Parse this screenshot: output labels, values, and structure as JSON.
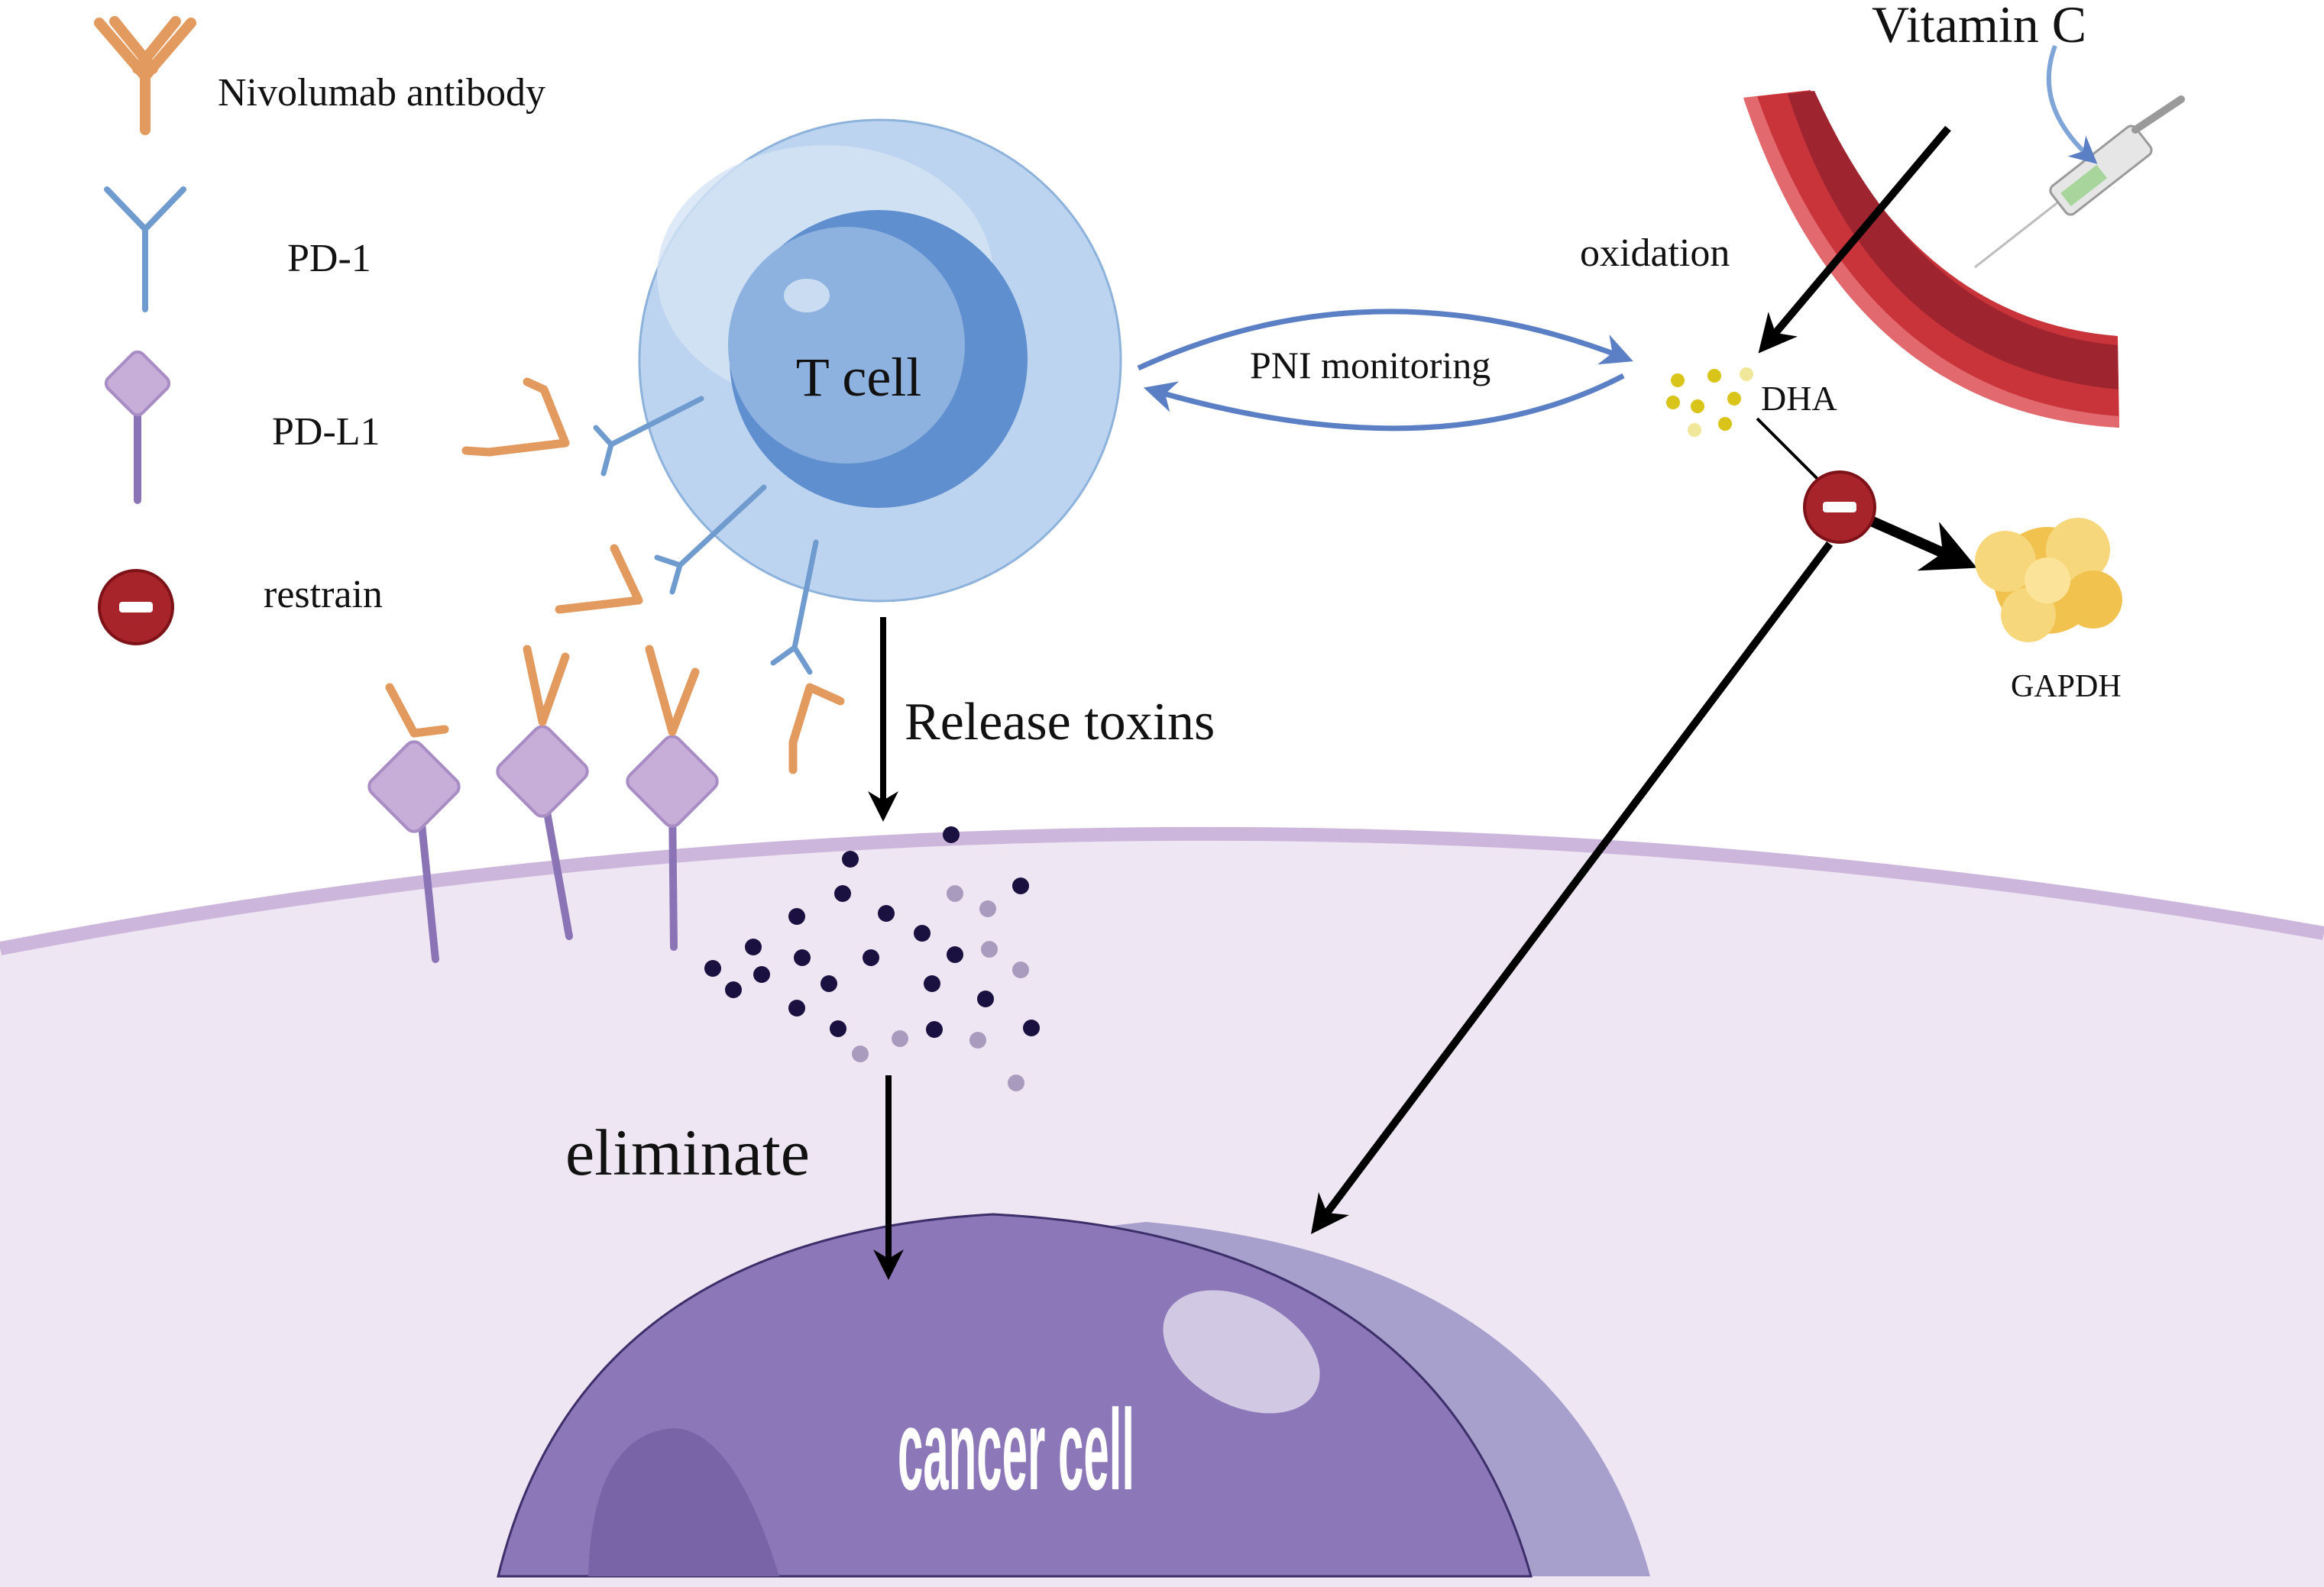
{
  "legend": [
    {
      "label": "Nivolumab antibody",
      "icon": "antibody-icon"
    },
    {
      "label": "PD-1",
      "icon": "pd1-receptor-icon"
    },
    {
      "label": "PD-L1",
      "icon": "pdl1-ligand-icon"
    },
    {
      "label": "restrain",
      "icon": "restrain-icon"
    }
  ],
  "labels": {
    "t_cell": "T cell",
    "pni_monitoring": "PNI monitoring",
    "vitamin_c": "Vitamin C",
    "oxidation": "oxidation",
    "dha": "DHA",
    "gapdh": "GAPDH",
    "release_toxins": "Release toxins",
    "eliminate": "eliminate",
    "cancer_cell": "cancer cell"
  },
  "colors": {
    "antibody": "#e29a5f",
    "pd1": "#6f9bcf",
    "pdl1_head": "#c7aed8",
    "pdl1_stem": "#8a74b5",
    "restrain": "#a8242b",
    "t_cell_outer": "#bcd4ef",
    "t_cell_nucleus": "#5f8fcf",
    "vessel": "#c9343a",
    "membrane": "#cdb6db",
    "cytoplasm": "#efe6f3",
    "cancer_nucleus": "#8c78b8",
    "toxin_dark": "#1a1140",
    "toxin_light": "#a89bbd",
    "dha": "#d9c41a",
    "gapdh": "#f2c24f"
  }
}
